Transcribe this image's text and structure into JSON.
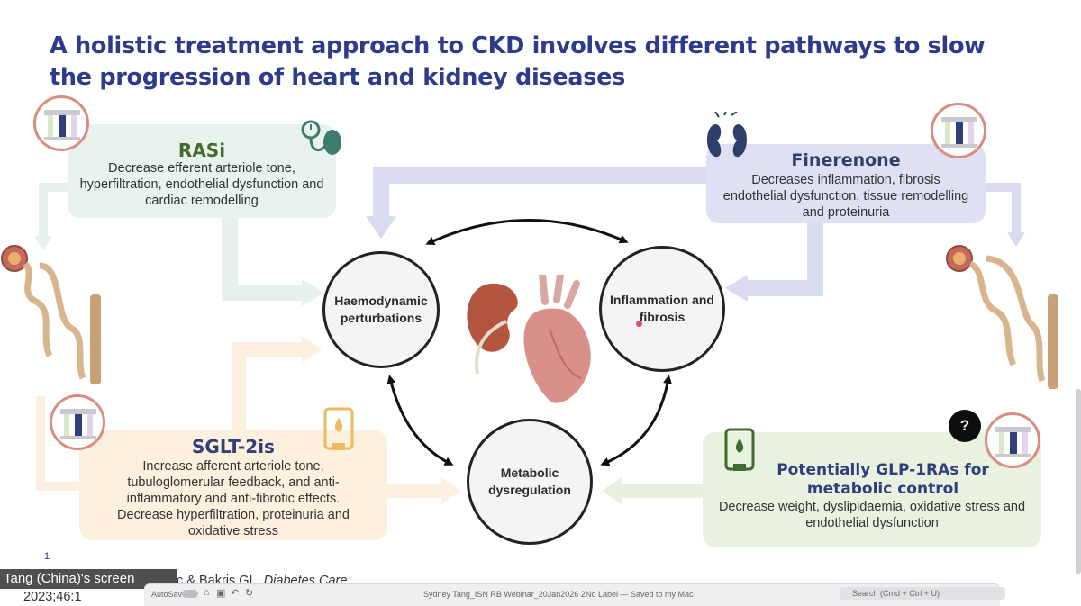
{
  "title": "A holistic treatment approach to CKD involves different pathways to slow the progression of heart and kidney diseases",
  "colors": {
    "title": "#2e3a8c",
    "rasi_bg": "#e8f3ee",
    "rasi_title": "#456b2c",
    "finerenone_bg": "#dfe0f3",
    "finerenone_title": "#2f3f6a",
    "sglt_bg": "#fdf0df",
    "sglt_title": "#2e3f7a",
    "glp_bg": "#e9f1e1",
    "glp_title": "#2e3f7a",
    "circle_border": "#222222",
    "circle_fill": "#f4f4f6",
    "badge_ring": "#d98d80"
  },
  "rasi": {
    "title": "RASi",
    "text": "Decrease efferent arteriole tone, hyperfiltration, endothelial dysfunction and cardiac remodelling",
    "icon": "blood-pressure-cuff-icon"
  },
  "finerenone": {
    "title": "Finerenone",
    "text": "Decreases inflammation, fibrosis endothelial dysfunction, tissue remodelling and proteinuria",
    "icon": "kidney-pair-icon"
  },
  "sglt": {
    "title": "SGLT-2is",
    "text": "Increase afferent arteriole tone, tubuloglomerular feedback, and anti-inflammatory and anti-fibrotic effects. Decrease hyperfiltration, proteinuria and oxidative stress",
    "icon": "glucose-meter-icon"
  },
  "glp": {
    "title": "Potentially GLP-1RAs for metabolic control",
    "text": "Decrease weight, dyslipidaemia, oxidative stress and endothelial dysfunction",
    "icon": "glucose-meter-icon"
  },
  "circles": {
    "haemodynamic": "Haemodynamic perturbations",
    "inflammation": "Inflammation and fibrosis",
    "metabolic": "Metabolic dysregulation"
  },
  "help_label": "?",
  "footnote_number": "1",
  "citation": {
    "line1": "c & Bakris GL.",
    "journal": "Diabetes Care",
    "line2": "2023;46:1"
  },
  "screen_share_label": "Tang (China)'s screen",
  "taskbar": {
    "autosave": "AutoSave",
    "filename": "Sydney Tang_ISN RB Webinar_20Jan2026 2",
    "status": "No Label — Saved to my Mac",
    "search_placeholder": "Search (Cmd + Ctrl + U)"
  }
}
